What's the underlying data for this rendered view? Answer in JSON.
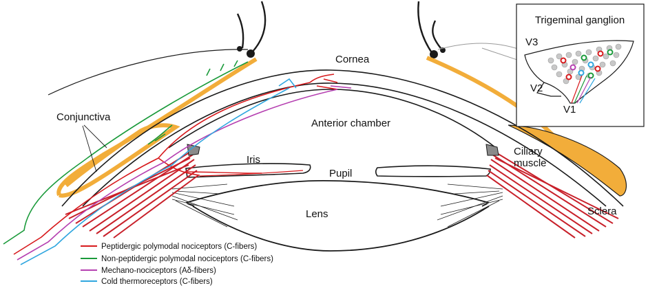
{
  "labels": {
    "cornea": "Cornea",
    "anterior_chamber": "Anterior chamber",
    "conjunctiva": "Conjunctiva",
    "iris": "Iris",
    "pupil": "Pupil",
    "lens": "Lens",
    "ciliary_line1": "Ciliary",
    "ciliary_line2": "muscle",
    "sclera": "Sclera"
  },
  "inset": {
    "title": "Trigeminal ganglion",
    "branches": [
      "V3",
      "V2",
      "V1"
    ]
  },
  "legend": [
    {
      "label": "Peptidergic polymodal nociceptors (C-fibers)",
      "color": "#d7191c"
    },
    {
      "label": "Non-peptidergic polymodal nociceptors (C-fibers)",
      "color": "#1a9a3a"
    },
    {
      "label": "Mechano-nociceptors (Aδ-fibers)",
      "color": "#b53fb0"
    },
    {
      "label": "Cold thermoreceptors (C-fibers)",
      "color": "#2fa6df"
    }
  ],
  "colors": {
    "sclera": "#f2ad3a",
    "muscle": "#c8202a",
    "outline": "#1a1a1a",
    "ganglion_cell": "#c8c8c8"
  }
}
